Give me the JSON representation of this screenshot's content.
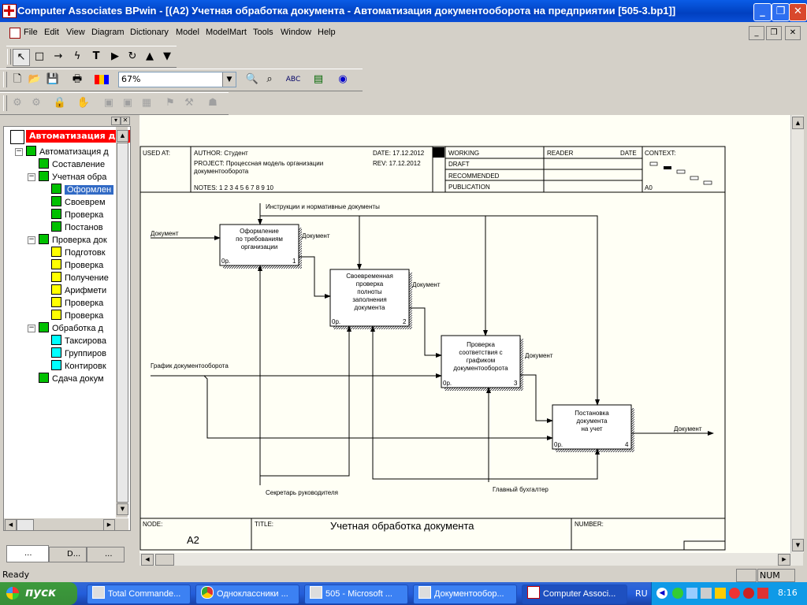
{
  "window": {
    "title": "Computer Associates BPwin - [(A2) Учетная  обработка  документа - Автоматизация документооборота на предприятии  [505-3.bp1]]"
  },
  "menu": [
    "File",
    "Edit",
    "View",
    "Diagram",
    "Dictionary",
    "Model",
    "ModelMart",
    "Tools",
    "Window",
    "Help"
  ],
  "toolbar": {
    "zoom_value": "67%"
  },
  "tree": {
    "root": "Автоматизация д",
    "items": [
      {
        "label": "Автоматизация д",
        "level": 1,
        "color": "g"
      },
      {
        "label": "Составление",
        "level": 2,
        "color": "g"
      },
      {
        "label": "Учетная обра",
        "level": 2,
        "color": "g"
      },
      {
        "label": "Оформлен",
        "level": 3,
        "color": "g",
        "selected": true
      },
      {
        "label": "Своеврем",
        "level": 3,
        "color": "g"
      },
      {
        "label": "Проверка",
        "level": 3,
        "color": "g"
      },
      {
        "label": "Постанов",
        "level": 3,
        "color": "g"
      },
      {
        "label": "Проверка док",
        "level": 2,
        "color": "g"
      },
      {
        "label": "Подготовк",
        "level": 3,
        "color": "y"
      },
      {
        "label": "Проверка",
        "level": 3,
        "color": "y"
      },
      {
        "label": "Получение",
        "level": 3,
        "color": "y"
      },
      {
        "label": "Арифмети",
        "level": 3,
        "color": "y"
      },
      {
        "label": "Проверка",
        "level": 3,
        "color": "y"
      },
      {
        "label": "Проверка",
        "level": 3,
        "color": "y"
      },
      {
        "label": "Обработка д",
        "level": 2,
        "color": "g"
      },
      {
        "label": "Таксирова",
        "level": 3,
        "color": "c"
      },
      {
        "label": "Группиров",
        "level": 3,
        "color": "c"
      },
      {
        "label": "Контировк",
        "level": 3,
        "color": "c"
      },
      {
        "label": "Сдача докум",
        "level": 2,
        "color": "g"
      }
    ],
    "tabs": [
      "...",
      "D...",
      "..."
    ]
  },
  "header": {
    "used_at": "USED AT:",
    "author": "AUTHOR:  Студент",
    "project": "PROJECT:   Процессная модель организации",
    "project2": "документооборота",
    "notes": "NOTES:  1  2  3  4  5  6  7  8  9  10",
    "date": "DATE: 17.12.2012",
    "rev": "REV:   17.12.2012",
    "working": "WORKING",
    "draft": "DRAFT",
    "recommended": "RECOMMENDED",
    "publication": "PUBLICATION",
    "reader": "READER",
    "date2": "DATE",
    "context": "CONTEXT:",
    "a0": "A0"
  },
  "diagram": {
    "boxes": [
      {
        "lines": [
          "Оформление",
          "по требованиям",
          "организации"
        ],
        "cost": "0р.",
        "num": "1"
      },
      {
        "lines": [
          "Своевременная",
          "проверка",
          "полноты",
          "заполнения",
          "документа"
        ],
        "cost": "0р.",
        "num": "2"
      },
      {
        "lines": [
          "Проверка",
          "соответствия с",
          "графиком",
          "документооборота"
        ],
        "cost": "0р.",
        "num": "3"
      },
      {
        "lines": [
          "Постановка",
          "документа",
          "на учет"
        ],
        "cost": "0р.",
        "num": "4"
      }
    ],
    "arrows": {
      "control": "Инструкции и нормативные документы",
      "input_doc": "Документ",
      "out1": "Документ",
      "out2": "Документ",
      "out3": "Документ",
      "out4": "Документ",
      "schedule": "График документооборота",
      "mech1": "Секретарь руководителя",
      "mech2": "Главный бухгалтер"
    }
  },
  "footer": {
    "node": "NODE:",
    "node_value": "A2",
    "title": "TITLE:",
    "title_value": "Учетная  обработка  документа",
    "number": "NUMBER:"
  },
  "status": {
    "text": "Ready",
    "num": "NUM"
  },
  "taskbar": {
    "start": "пуск",
    "tasks": [
      "Total Commande...",
      "Одноклассники ...",
      "505 - Microsoft ...",
      "Документообор...",
      "Computer Associ..."
    ],
    "lang": "RU",
    "clock": "8:16"
  }
}
